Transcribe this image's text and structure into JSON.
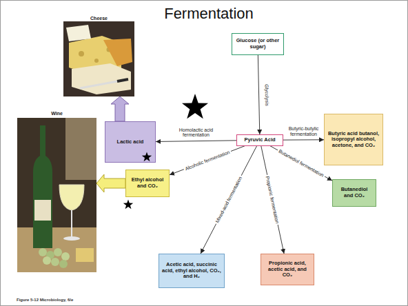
{
  "diagram": {
    "title": "Fermentation",
    "caption": "Figure 5-12 Microbiology, 6/e",
    "nodes": [
      {
        "text": [
          "Cheese"
        ]
      },
      {
        "text": [
          "Glucose (or other sugar)"
        ]
      },
      {
        "text": [
          "Pyruvic Acid"
        ]
      },
      {
        "text": [
          "Wine"
        ]
      },
      {
        "text": [
          "Lactic acid"
        ]
      },
      {
        "text": [
          "Butyric acid butanol, isopropyl alcohol, acetone, and CO₂"
        ]
      },
      {
        "text": [
          "Ethyl alcohol and CO₂"
        ]
      },
      {
        "text": [
          "Butanediol and CO₂"
        ]
      },
      {
        "text": [
          "Acetic acid, succinic acid, ethyl alcohol, CO₂, and H₂"
        ]
      },
      {
        "text": [
          "Propionic acid, acetic acid, and CO₂"
        ]
      }
    ],
    "edges": [
      {
        "from": 1,
        "to": 2,
        "label": "Glycolysis",
        "arrow": "to"
      },
      {
        "from": 2,
        "to": 4,
        "label": "Homolactic acid fermentation",
        "arrow": "to"
      },
      {
        "from": 2,
        "to": 5,
        "label": "Butyric-butylic fermentation",
        "arrow": "to"
      },
      {
        "from": 2,
        "to": 6,
        "label": "Alcoholic fermentation",
        "arrow": "to"
      },
      {
        "from": 2,
        "to": 8,
        "label": "Mixed-acid fermentation",
        "arrow": "to"
      },
      {
        "from": 2,
        "to": 9,
        "label": "Propionic fermentation",
        "arrow": "to"
      },
      {
        "from": 2,
        "to": 7,
        "label": "Butanediol fermentation",
        "arrow": "to"
      },
      {
        "from": 4,
        "to": 0,
        "arrow": "to"
      },
      {
        "from": 6,
        "to": 3,
        "arrow": "to"
      }
    ]
  }
}
